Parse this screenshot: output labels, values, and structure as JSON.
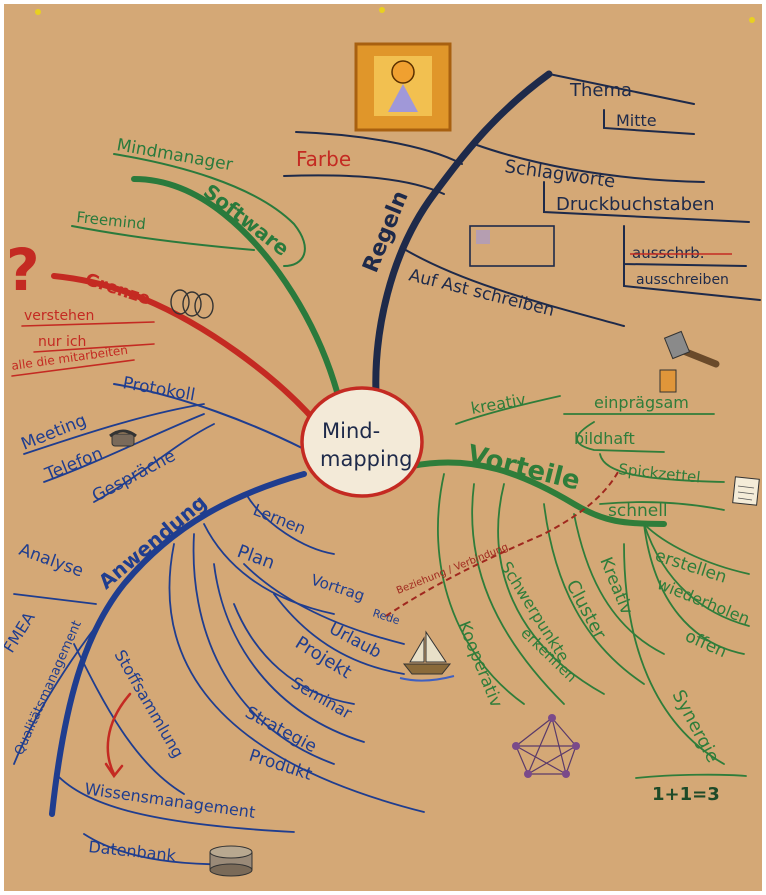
{
  "colors": {
    "paper": "#d4a876",
    "regeln": "#1e2a4a",
    "vorteile": "#2f7d3a",
    "anwendung": "#1f3d8f",
    "software": "#2a7a3c",
    "grenze": "#c42a22",
    "center_ring": "#c42a22"
  },
  "center": {
    "line1": "Mind-",
    "line2": "mapping"
  },
  "branches": {
    "regeln": {
      "label": "Regeln",
      "leaves": {
        "thema": "Thema",
        "mitte": "Mitte",
        "farbe": "Farbe",
        "schlagworte": "Schlagworte",
        "druckbuchstaben": "Druckbuchstaben",
        "ausschrb": "ausschrb.",
        "ausschreiben": "ausschreiben",
        "auf_ast": "Auf Ast schreiben"
      }
    },
    "software": {
      "label": "Software",
      "leaves": {
        "mindmanager": "Mindmanager",
        "freemind": "Freemind"
      }
    },
    "grenze": {
      "label": "Grenze",
      "leaves": {
        "verstehen": "verstehen",
        "nur_ich": "nur ich",
        "alle": "alle die mitarbeiten"
      }
    },
    "anwendung": {
      "label": "Anwendung",
      "leaves": {
        "protokoll": "Protokoll",
        "meeting": "Meeting",
        "telefon": "Telefon",
        "gespraeche": "Gespräche",
        "lernen": "Lernen",
        "plan": "Plan",
        "vortrag": "Vortrag",
        "rede": "Rede",
        "urlaub": "Urlaub",
        "projekt": "Projekt",
        "seminar": "Seminar",
        "strategie": "Strategie",
        "produkt": "Produkt",
        "analyse": "Analyse",
        "fmea": "FMEA",
        "qualitaet": "Qualitätsmanagement",
        "stoffsammlung": "Stoffsammlung",
        "wissensmanagement": "Wissensmanagement",
        "datenbank": "Datenbank"
      }
    },
    "vorteile": {
      "label": "Vorteile",
      "leaves": {
        "kreativ_top": "kreativ",
        "einpraegsam": "einprägsam",
        "bildhaft": "bildhaft",
        "spickzettel": "Spickzettel",
        "schnell": "schnell",
        "erstellen": "erstellen",
        "wiederholen": "wiederholen",
        "offen": "offen",
        "kreativ": "Kreativ",
        "cluster": "Cluster",
        "schwerpunkte": "Schwerpunkte",
        "erkennen": "erkennen",
        "kooperativ": "Kooperativ",
        "synergie": "Synergie",
        "formel": "1+1=3"
      }
    }
  },
  "relation": "Beziehung / Verbindung",
  "icons": [
    "portrait-icon",
    "hammer-icon",
    "question-mark-icon",
    "rings-icon",
    "telephone-icon",
    "sailboat-icon",
    "network-icon",
    "database-icon",
    "arrow-icon",
    "note-icon"
  ]
}
